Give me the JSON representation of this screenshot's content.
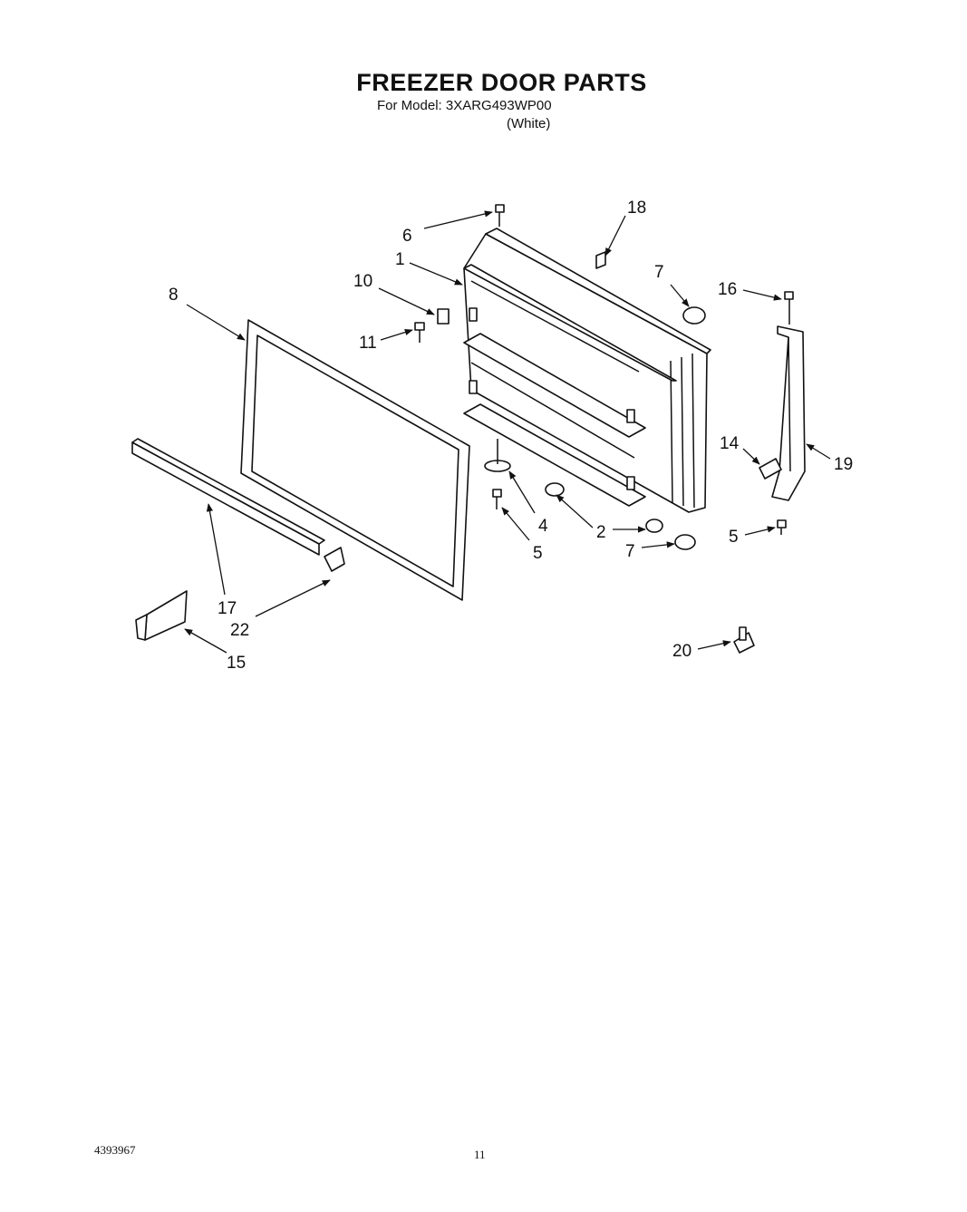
{
  "header": {
    "title": "FREEZER DOOR PARTS",
    "model": "For Model: 3XARG493WP00",
    "color": "(White)"
  },
  "footer": {
    "doc_number": "4393967",
    "page_number": "11"
  },
  "callouts": [
    {
      "id": "label-6",
      "text": "6"
    },
    {
      "id": "label-18",
      "text": "18"
    },
    {
      "id": "label-1",
      "text": "1"
    },
    {
      "id": "label-10",
      "text": "10"
    },
    {
      "id": "label-7a",
      "text": "7"
    },
    {
      "id": "label-16",
      "text": "16"
    },
    {
      "id": "label-8",
      "text": "8"
    },
    {
      "id": "label-11",
      "text": "11"
    },
    {
      "id": "label-14",
      "text": "14"
    },
    {
      "id": "label-19",
      "text": "19"
    },
    {
      "id": "label-4",
      "text": "4"
    },
    {
      "id": "label-2",
      "text": "2"
    },
    {
      "id": "label-5a",
      "text": "5"
    },
    {
      "id": "label-5b",
      "text": "5"
    },
    {
      "id": "label-7b",
      "text": "7"
    },
    {
      "id": "label-17",
      "text": "17"
    },
    {
      "id": "label-22",
      "text": "22"
    },
    {
      "id": "label-15",
      "text": "15"
    },
    {
      "id": "label-20",
      "text": "20"
    }
  ]
}
